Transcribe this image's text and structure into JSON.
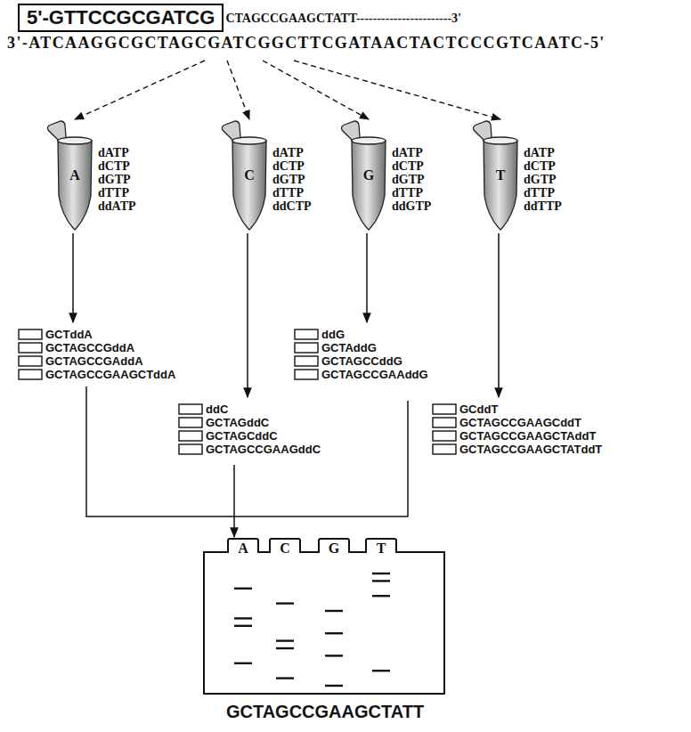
{
  "diagram": {
    "caption": "GCTAGCCGAAGCTATT",
    "nodes": [
      {
        "text": [
          "CTAGCCGAAGCTATT-----------------------3'",
          "3'-ATCAAGGCGCTAGCGATCGGCTTCGATAACTACTCCCGTCAATC-5'"
        ]
      },
      {
        "text": [
          "5'-GTTCCGCGATCG"
        ],
        "in": 0
      },
      {
        "text": [
          "A",
          "dATP dCTP dGTP dTTP ddATP"
        ]
      },
      {
        "text": [
          "C",
          "dATP dCTP dGTP dTTP ddCTP"
        ]
      },
      {
        "text": [
          "G",
          "dATP dCTP dGTP dTTP ddGTP"
        ]
      },
      {
        "text": [
          "T",
          "dATP dCTP dGTP dTTP ddTTP"
        ]
      },
      {
        "text": [
          "A",
          "C",
          "G",
          "T"
        ]
      }
    ],
    "edges": [
      {
        "from": 0,
        "to": 2,
        "arrow": "to"
      },
      {
        "from": 0,
        "to": 3,
        "arrow": "to"
      },
      {
        "from": 0,
        "to": 4,
        "arrow": "to"
      },
      {
        "from": 0,
        "to": 5,
        "arrow": "to"
      }
    ],
    "labels": [
      "GCTddA",
      "GCTAGCCGddA",
      "GCTAGCCGAddA",
      "GCTAGCCGAAGCTddA",
      "ddC",
      "GCTAGddC",
      "GCTAGCddC",
      "GCTAGCCGAAGddC",
      "ddG",
      "GCTAddG",
      "GCTAGCCddG",
      "GCTAGCCGAAddG",
      "GCddT",
      "GCTAGCCGAAGCddT",
      "GCTAGCCGAAGCTAddT",
      "GCTAGCCGAAGCTATddT"
    ]
  }
}
